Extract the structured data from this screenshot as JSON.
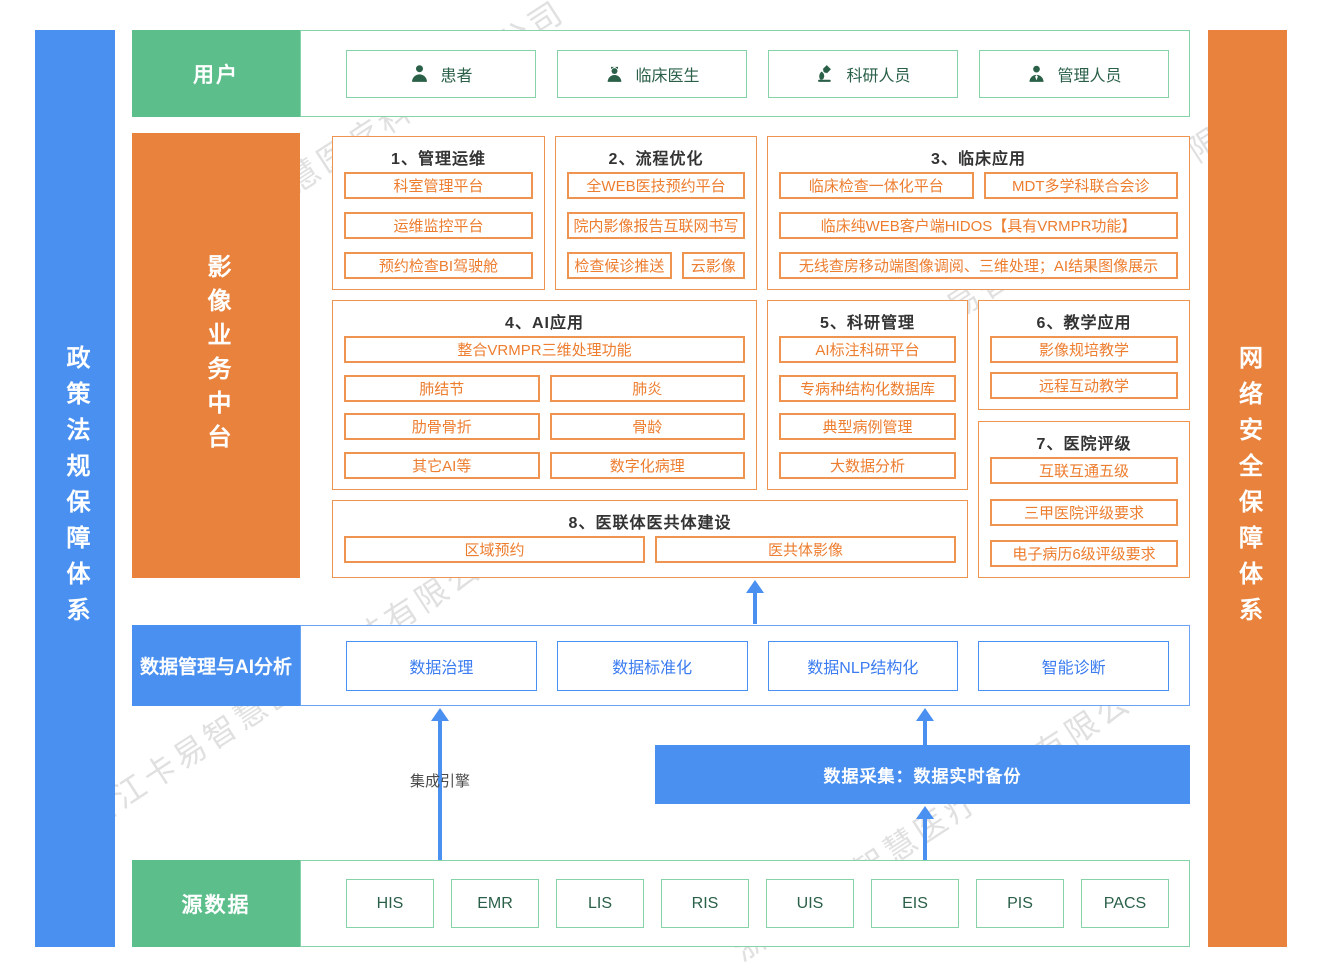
{
  "watermark": {
    "text": "浙江卡易智慧医疗科技有限公司"
  },
  "left_bar": {
    "label": "政策法规保障体系"
  },
  "right_bar": {
    "label": "网络安全保障体系"
  },
  "users_row": {
    "label": "用户",
    "items": [
      {
        "label": "患者",
        "icon": "patient-icon"
      },
      {
        "label": "临床医生",
        "icon": "doctor-icon"
      },
      {
        "label": "科研人员",
        "icon": "microscope-icon"
      },
      {
        "label": "管理人员",
        "icon": "admin-icon"
      }
    ]
  },
  "platform": {
    "label": "影像业务中台",
    "sections": {
      "s1": {
        "title": "1、管理运维",
        "items": [
          "科室管理平台",
          "运维监控平台",
          "预约检查BI驾驶舱"
        ]
      },
      "s2": {
        "title": "2、流程优化",
        "items": [
          "全WEB医技预约平台",
          "院内影像报告互联网书写"
        ],
        "pair": [
          "检查候诊推送",
          "云影像"
        ]
      },
      "s3": {
        "title": "3、临床应用",
        "pair": [
          "临床检查一体化平台",
          "MDT多学科联合会诊"
        ],
        "items": [
          "临床纯WEB客户端HIDOS【具有VRMPR功能】",
          "无线查房移动端图像调阅、三维处理；AI结果图像展示"
        ]
      },
      "s4": {
        "title": "4、AI应用",
        "full": "整合VRMPR三维处理功能",
        "grid": [
          "肺结节",
          "肺炎",
          "肋骨骨折",
          "骨龄",
          "其它AI等",
          "数字化病理"
        ]
      },
      "s5": {
        "title": "5、科研管理",
        "items": [
          "AI标注科研平台",
          "专病种结构化数据库",
          "典型病例管理",
          "大数据分析"
        ]
      },
      "s6": {
        "title": "6、教学应用",
        "items": [
          "影像规培教学",
          "远程互动教学"
        ]
      },
      "s7": {
        "title": "7、医院评级",
        "items": [
          "互联互通五级",
          "三甲医院评级要求",
          "电子病历6级评级要求"
        ]
      },
      "s8": {
        "title": "8、医联体医共体建设",
        "pair": [
          "区域预约",
          "医共体影像"
        ]
      }
    }
  },
  "data_mgmt": {
    "label": "数据管理与AI分析",
    "items": [
      "数据治理",
      "数据标准化",
      "数据NLP结构化",
      "智能诊断"
    ]
  },
  "middle": {
    "integration_engine": "集成引擎",
    "collection_bar": "数据采集：数据实时备份"
  },
  "source_row": {
    "label": "源数据",
    "items": [
      "HIS",
      "EMR",
      "LIS",
      "RIS",
      "UIS",
      "EIS",
      "PIS",
      "PACS"
    ]
  },
  "colors": {
    "green": "#5cbe8b",
    "green_border": "#86d3a8",
    "green_text": "#2a5f48",
    "orange": "#e8823c",
    "orange_border": "#ef9351",
    "orange_text": "#ed7d2f",
    "blue": "#4a90f0",
    "blue_text": "#3b7cf0",
    "title_text": "#333333",
    "watermark": "#d9d9d9"
  }
}
